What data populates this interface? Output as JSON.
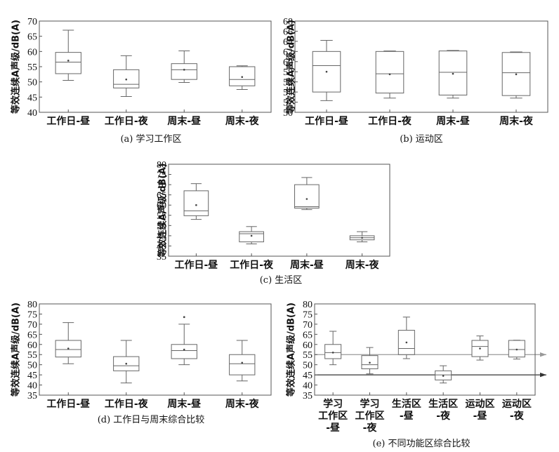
{
  "chart_data": [
    {
      "type": "box",
      "caption": "(a) 学习工作区",
      "ylabel": "等效连续A声级/dB(A)",
      "ylim": [
        40,
        70
      ],
      "yticks": [
        40,
        45,
        50,
        55,
        60,
        65,
        70
      ],
      "categories": [
        "工作日-昼",
        "工作日-夜",
        "周末-昼",
        "周末-夜"
      ],
      "boxes": [
        {
          "min": 50.5,
          "q1": 52.7,
          "median": 56.5,
          "q3": 59.7,
          "max": 67.0,
          "mean": 57.0
        },
        {
          "min": 45.2,
          "q1": 48.0,
          "median": 49.2,
          "q3": 54.0,
          "max": 58.6,
          "mean": 50.8
        },
        {
          "min": 49.8,
          "q1": 50.8,
          "median": 54.0,
          "q3": 56.0,
          "max": 60.2,
          "mean": 54.0
        },
        {
          "min": 47.5,
          "q1": 48.7,
          "median": 50.8,
          "q3": 55.0,
          "max": 55.3,
          "mean": 51.6
        }
      ]
    },
    {
      "type": "box",
      "caption": "(b) 运动区",
      "ylabel": "等效连续A声级/dB(A)",
      "ylim": [
        50,
        68
      ],
      "yticks": [
        50,
        52,
        54,
        56,
        58,
        60,
        62,
        64,
        66,
        68
      ],
      "categories": [
        "工作日-昼",
        "工作日-夜",
        "周末-昼",
        "周末-夜"
      ],
      "boxes": [
        {
          "min": 52.3,
          "q1": 54.0,
          "median": 59.2,
          "q3": 62.0,
          "max": 64.2,
          "mean": 58.0
        },
        {
          "min": 52.8,
          "q1": 53.8,
          "median": 57.6,
          "q3": 62.0,
          "max": 62.1,
          "mean": 57.5
        },
        {
          "min": 52.8,
          "q1": 53.4,
          "median": 57.9,
          "q3": 62.1,
          "max": 62.2,
          "mean": 57.6
        },
        {
          "min": 52.8,
          "q1": 53.3,
          "median": 57.8,
          "q3": 61.8,
          "max": 61.9,
          "mean": 57.5
        }
      ]
    },
    {
      "type": "box",
      "caption": "(c) 生活区",
      "ylabel": "等效连续A声级/dB(A)",
      "ylim": [
        35,
        80
      ],
      "yticks": [
        35,
        40,
        45,
        50,
        55,
        60,
        65,
        70,
        75,
        80
      ],
      "categories": [
        "工作日-昼",
        "工作日-夜",
        "周末-昼",
        "周末-夜"
      ],
      "boxes": [
        {
          "min": 53.0,
          "q1": 54.8,
          "median": 57.2,
          "q3": 67.0,
          "max": 70.5,
          "mean": 60.0
        },
        {
          "min": 41.0,
          "q1": 42.0,
          "median": 46.0,
          "q3": 47.0,
          "max": 49.5,
          "mean": 45.0
        },
        {
          "min": 57.8,
          "q1": 58.5,
          "median": 59.2,
          "q3": 70.0,
          "max": 73.5,
          "mean": 63.0
        },
        {
          "min": 42.0,
          "q1": 43.0,
          "median": 44.0,
          "q3": 45.0,
          "max": 47.0,
          "mean": 44.0
        }
      ]
    },
    {
      "type": "box",
      "caption": "(d) 工作日与周末综合比较",
      "ylabel": "等效连续A声级/dB(A)",
      "ylim": [
        35,
        80
      ],
      "yticks": [
        35,
        40,
        45,
        50,
        55,
        60,
        65,
        70,
        75,
        80
      ],
      "categories": [
        "工作日-昼",
        "工作日-夜",
        "周末-昼",
        "周末-夜"
      ],
      "boxes": [
        {
          "min": 50.5,
          "q1": 53.8,
          "median": 57.5,
          "q3": 62.0,
          "max": 70.8,
          "mean": 58.0
        },
        {
          "min": 41.0,
          "q1": 47.0,
          "median": 49.5,
          "q3": 54.0,
          "max": 62.0,
          "mean": 50.5
        },
        {
          "min": 50.0,
          "q1": 53.0,
          "median": 57.0,
          "q3": 60.0,
          "max": 70.0,
          "mean": 57.5,
          "outliers": [
            73.5
          ]
        },
        {
          "min": 42.0,
          "q1": 45.0,
          "median": 50.5,
          "q3": 55.0,
          "max": 62.0,
          "mean": 51.0
        }
      ]
    },
    {
      "type": "box",
      "caption": "(e) 不同功能区综合比较",
      "ylabel": "等效连续A声级/dB(A)",
      "ylim": [
        35,
        80
      ],
      "yticks": [
        35,
        40,
        45,
        50,
        55,
        60,
        65,
        70,
        75,
        80
      ],
      "categories": [
        "学习\n工作区\n-昼",
        "学习\n工作区\n-夜",
        "生活区\n-昼",
        "生活区\n-夜",
        "运动区\n-昼",
        "运动区\n-夜"
      ],
      "reference_lines": [
        {
          "y": 55,
          "color": "#999999"
        },
        {
          "y": 45,
          "color": "#333333"
        }
      ],
      "boxes": [
        {
          "min": 50.0,
          "q1": 53.0,
          "median": 56.0,
          "q3": 60.0,
          "max": 66.5,
          "mean": 56.0
        },
        {
          "min": 45.5,
          "q1": 48.0,
          "median": 50.0,
          "q3": 54.5,
          "max": 58.5,
          "mean": 51.0
        },
        {
          "min": 53.0,
          "q1": 55.0,
          "median": 58.0,
          "q3": 67.0,
          "max": 73.5,
          "mean": 61.0
        },
        {
          "min": 41.0,
          "q1": 42.5,
          "median": 45.0,
          "q3": 47.0,
          "max": 49.5,
          "mean": 44.5
        },
        {
          "min": 52.3,
          "q1": 54.0,
          "median": 59.0,
          "q3": 62.0,
          "max": 64.2,
          "mean": 58.0
        },
        {
          "min": 52.8,
          "q1": 53.8,
          "median": 57.5,
          "q3": 62.0,
          "max": 62.1,
          "mean": 57.5
        }
      ]
    }
  ]
}
